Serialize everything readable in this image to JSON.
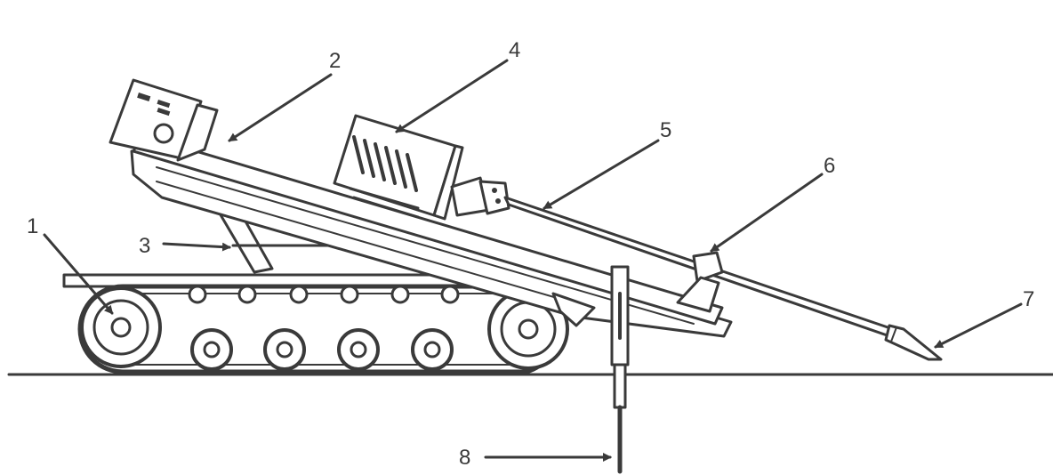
{
  "colors": {
    "ink": "#3a3a3a",
    "background": "#ffffff",
    "light_fill": "#d9d9d9"
  },
  "callouts": [
    {
      "id": "1",
      "label": "1"
    },
    {
      "id": "2",
      "label": "2"
    },
    {
      "id": "3",
      "label": "3"
    },
    {
      "id": "4",
      "label": "4"
    },
    {
      "id": "5",
      "label": "5"
    },
    {
      "id": "6",
      "label": "6"
    },
    {
      "id": "7",
      "label": "7"
    },
    {
      "id": "8",
      "label": "8"
    }
  ]
}
